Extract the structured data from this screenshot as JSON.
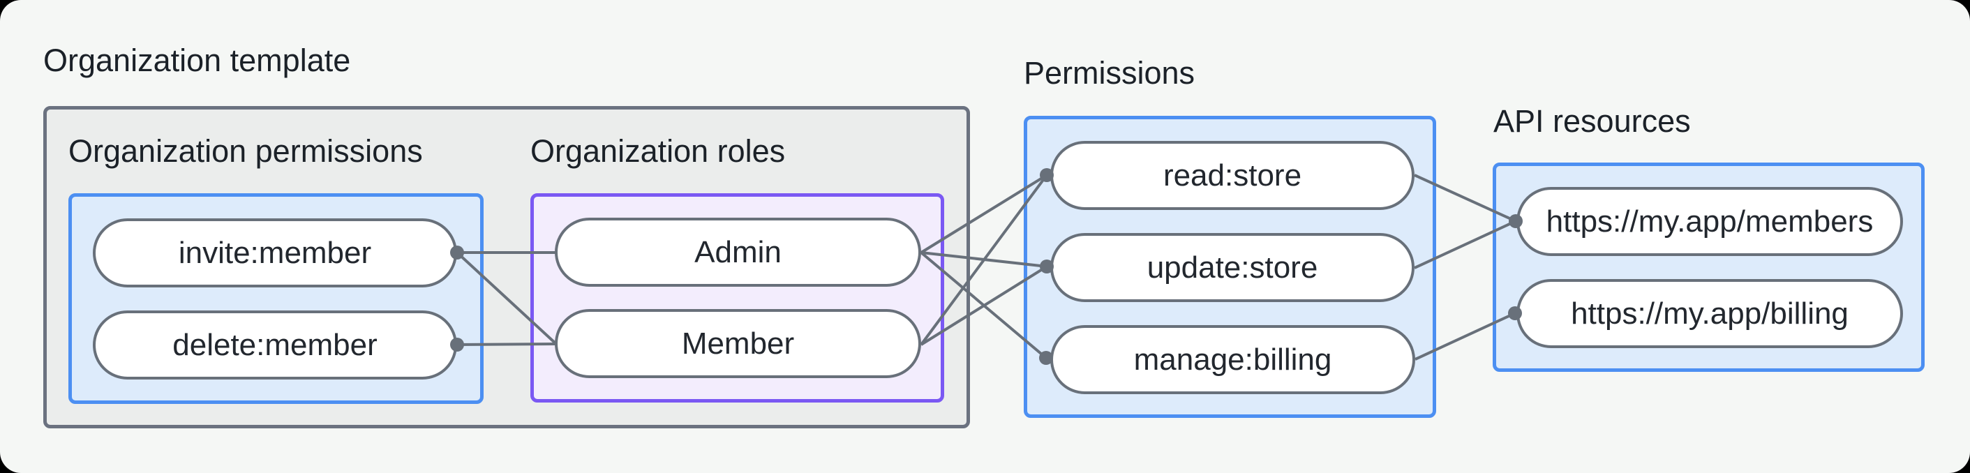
{
  "title": "Organization template",
  "colors": {
    "background": "#f5f7f5",
    "template_box_fill": "#ebedec",
    "template_box_border": "#6b7280",
    "blue_box_fill": "#ddebfb",
    "blue_box_border": "#4c8ff2",
    "purple_box_fill": "#f3edfd",
    "purple_box_border": "#7a58f3",
    "pill_fill": "#ffffff",
    "pill_border": "#68707a",
    "connector_line": "#68707a",
    "connector_dot": "#68707a",
    "text": "#1b2128"
  },
  "groups": {
    "org_permissions": {
      "label": "Organization permissions",
      "pills": {
        "invite": "invite:member",
        "delete": "delete:member"
      }
    },
    "org_roles": {
      "label": "Organization roles",
      "pills": {
        "admin": "Admin",
        "member": "Member"
      }
    },
    "permissions": {
      "label": "Permissions",
      "pills": {
        "read": "read:store",
        "update": "update:store",
        "manage": "manage:billing"
      }
    },
    "api_resources": {
      "label": "API resources",
      "pills": {
        "members": "https://my.app/members",
        "billing": "https://my.app/billing"
      }
    }
  },
  "diagram": {
    "edges": [
      {
        "from": "invite",
        "to": "admin"
      },
      {
        "from": "invite",
        "to": "member"
      },
      {
        "from": "delete",
        "to": "member"
      },
      {
        "from": "admin",
        "to": "read"
      },
      {
        "from": "admin",
        "to": "update"
      },
      {
        "from": "admin",
        "to": "manage"
      },
      {
        "from": "member",
        "to": "read"
      },
      {
        "from": "member",
        "to": "update"
      },
      {
        "from": "read",
        "to": "members"
      },
      {
        "from": "update",
        "to": "members"
      },
      {
        "from": "manage",
        "to": "billing"
      }
    ],
    "dots": [
      "invite.R",
      "delete.R",
      "read.L",
      "update.L",
      "manage.L",
      "members.L",
      "billing.L"
    ]
  }
}
